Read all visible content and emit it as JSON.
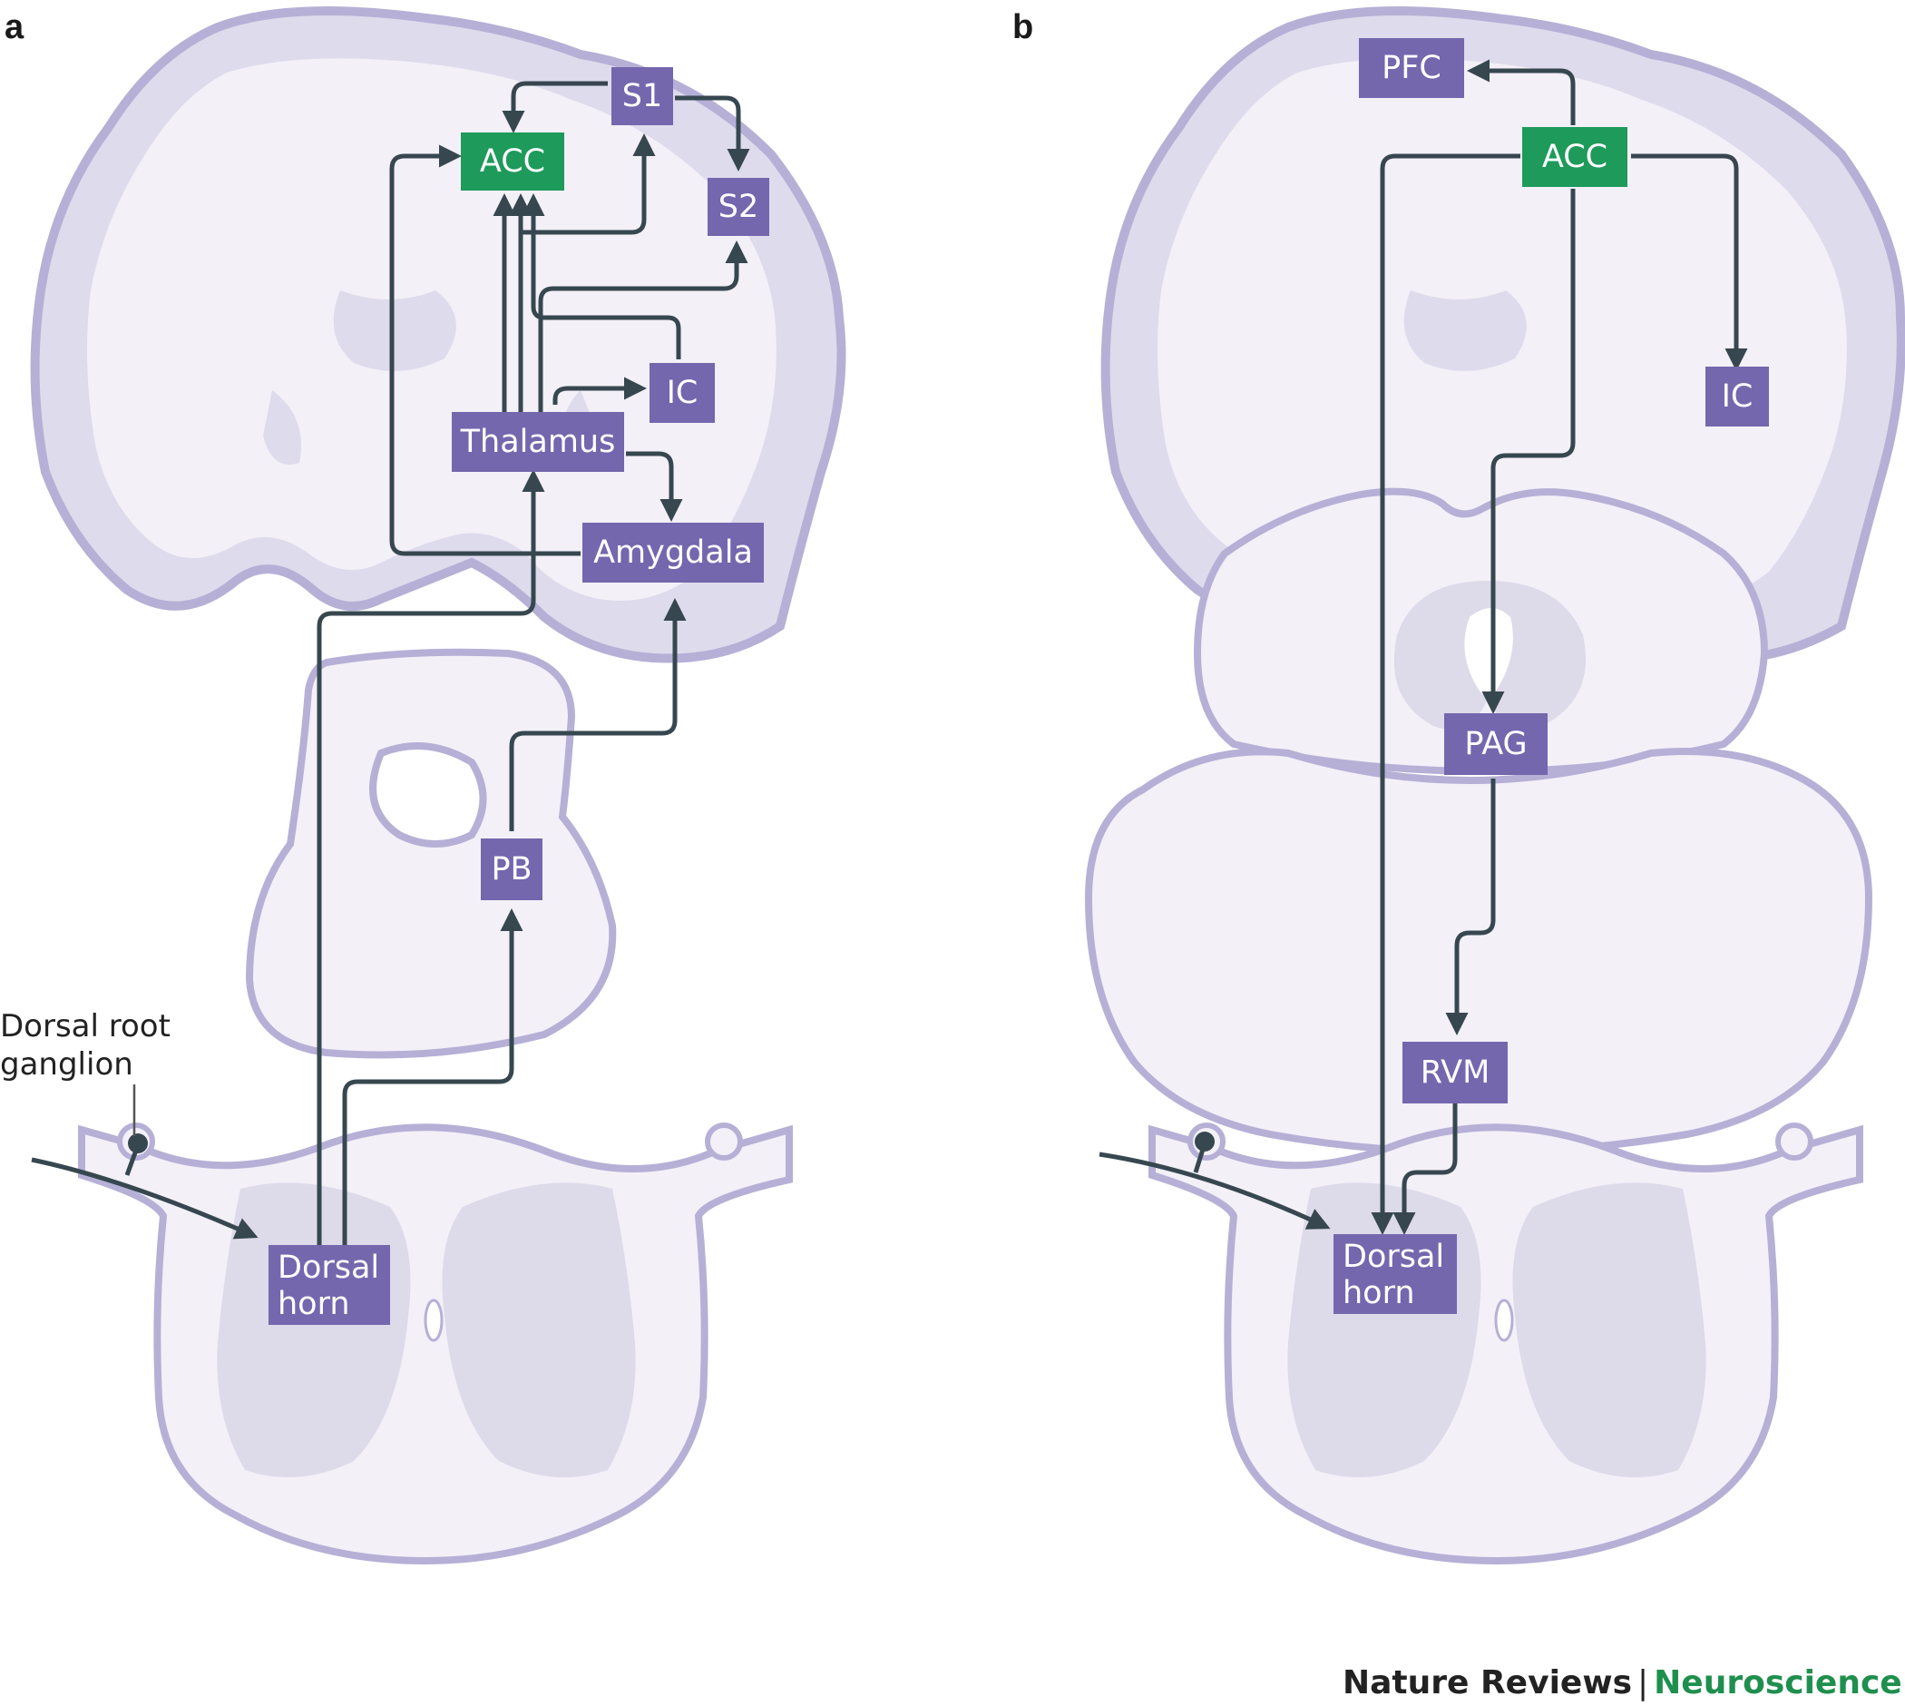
{
  "panels": [
    {
      "letter": "a",
      "nodes": {
        "acc": "ACC",
        "s1": "S1",
        "s2": "S2",
        "ic": "IC",
        "thalamus": "Thalamus",
        "amygdala": "Amygdala",
        "pb": "PB",
        "dh_line1": "Dorsal",
        "dh_line2": "horn"
      },
      "drg_line1": "Dorsal root",
      "drg_line2": "ganglion"
    },
    {
      "letter": "b",
      "nodes": {
        "pfc": "PFC",
        "acc": "ACC",
        "ic": "IC",
        "pag": "PAG",
        "rvm": "RVM",
        "dh_line1": "Dorsal",
        "dh_line2": "horn"
      }
    }
  ],
  "credit": {
    "journal": "Nature Reviews",
    "separator": "|",
    "section": "Neuroscience"
  },
  "colors": {
    "node_purple": "#7467ad",
    "node_green": "#1e9a5a",
    "arrow": "#37474f",
    "tissue_fill": "#f3f0f8",
    "tissue_edge": "#b6b0d6",
    "grey_matter": "#dddaea",
    "credit_green": "#1f8f4e"
  }
}
